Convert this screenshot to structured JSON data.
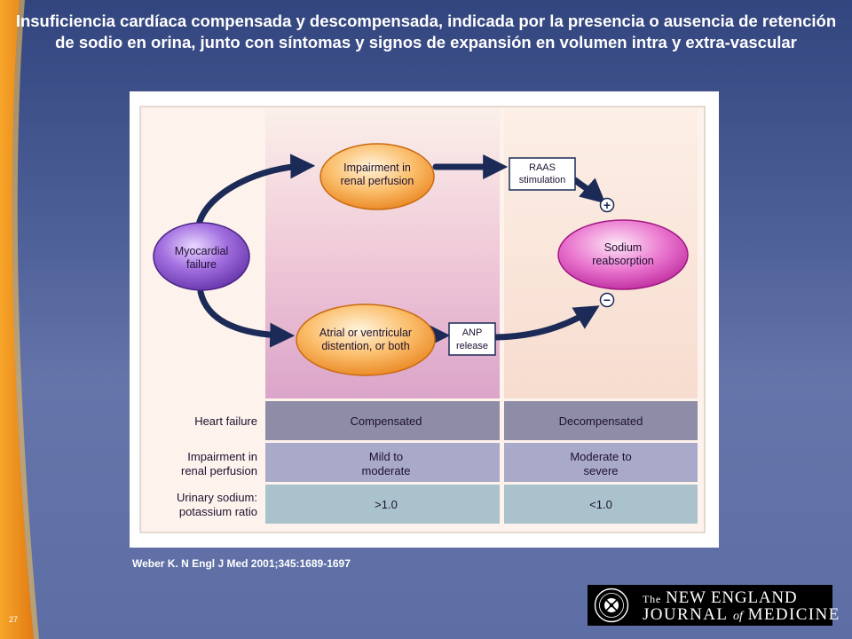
{
  "slide": {
    "title": "Insuficiencia cardíaca compensada y descompensada, indicada por la presencia o ausencia de retención de sodio en orina, junto con síntomas y signos de expansión en volumen intra y extra-vascular",
    "citation": "Weber K. N Engl J Med 2001;345:1689-1697",
    "slide_number": "27"
  },
  "diagram": {
    "nodes": {
      "myocardial_failure": [
        "Myocardial",
        "failure"
      ],
      "renal_perfusion": [
        "Impairment in",
        "renal perfusion"
      ],
      "atrial_distention": [
        "Atrial or ventricular",
        "distention, or both"
      ],
      "sodium_reabsorption": [
        "Sodium",
        "reabsorption"
      ],
      "raas": [
        "RAAS",
        "stimulation"
      ],
      "anp": [
        "ANP",
        "release"
      ]
    },
    "signs": {
      "plus": "+",
      "minus": "−"
    },
    "table": {
      "rows": [
        {
          "label": [
            "Heart failure"
          ],
          "compensated": [
            "Compensated"
          ],
          "decompensated": [
            "Decompensated"
          ]
        },
        {
          "label": [
            "Impairment in",
            "renal perfusion"
          ],
          "compensated": [
            "Mild to",
            "moderate"
          ],
          "decompensated": [
            "Moderate to",
            "severe"
          ]
        },
        {
          "label": [
            "Urinary sodium:",
            "potassium ratio"
          ],
          "compensated": [
            ">1.0"
          ],
          "decompensated": [
            "<1.0"
          ]
        }
      ]
    }
  },
  "logo": {
    "line1_prefix": "The",
    "line1": "NEW ENGLAND",
    "line2_a": "JOURNAL",
    "line2_of": "of",
    "line2_b": "MEDICINE"
  },
  "colors": {
    "navy_arrow": "#1b2a57",
    "purple_node": "#7a3ec0",
    "orange_node": "#f29330",
    "magenta_node": "#d83cb6",
    "row1": "#8e8ca6",
    "row2": "#a9a9c9",
    "row3": "#a9c2cc"
  }
}
